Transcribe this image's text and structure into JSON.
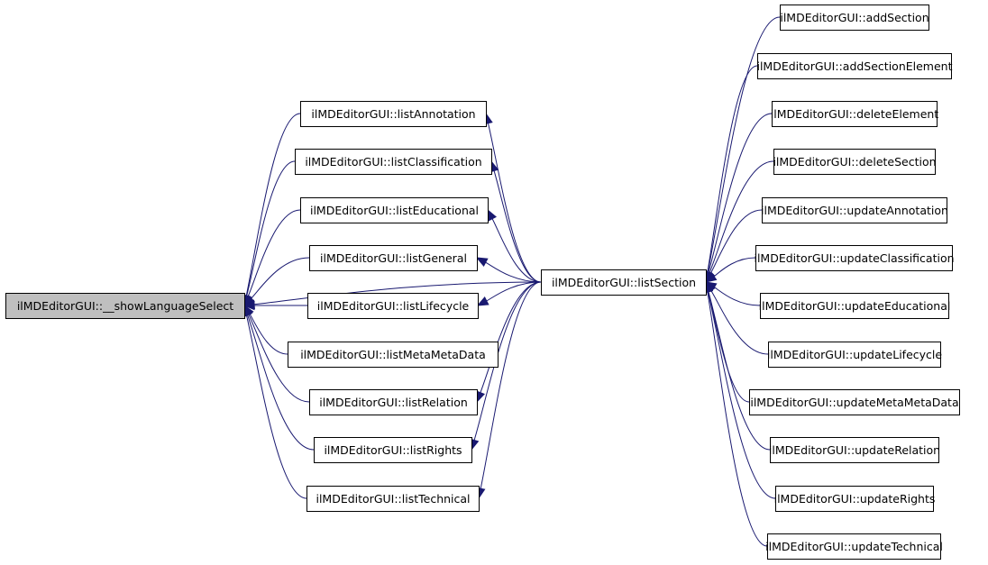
{
  "diagram": {
    "root": "root",
    "middle": "list_section",
    "colors": {
      "edge": "#191970",
      "root_fill": "#bfbfbf",
      "node_fill": "#ffffff",
      "border": "#000000"
    },
    "nodes": [
      {
        "id": "root",
        "label": "ilMDEditorGUI::__showLanguageSelect"
      },
      {
        "id": "list_annotation",
        "label": "ilMDEditorGUI::listAnnotation"
      },
      {
        "id": "list_classification",
        "label": "ilMDEditorGUI::listClassification"
      },
      {
        "id": "list_educational",
        "label": "ilMDEditorGUI::listEducational"
      },
      {
        "id": "list_general",
        "label": "ilMDEditorGUI::listGeneral"
      },
      {
        "id": "list_lifecycle",
        "label": "ilMDEditorGUI::listLifecycle"
      },
      {
        "id": "list_metametadata",
        "label": "ilMDEditorGUI::listMetaMetaData"
      },
      {
        "id": "list_relation",
        "label": "ilMDEditorGUI::listRelation"
      },
      {
        "id": "list_rights",
        "label": "ilMDEditorGUI::listRights"
      },
      {
        "id": "list_technical",
        "label": "ilMDEditorGUI::listTechnical"
      },
      {
        "id": "list_section",
        "label": "ilMDEditorGUI::listSection"
      },
      {
        "id": "add_section",
        "label": "ilMDEditorGUI::addSection"
      },
      {
        "id": "add_section_element",
        "label": "ilMDEditorGUI::addSectionElement"
      },
      {
        "id": "delete_element",
        "label": "ilMDEditorGUI::deleteElement"
      },
      {
        "id": "delete_section",
        "label": "ilMDEditorGUI::deleteSection"
      },
      {
        "id": "update_annotation",
        "label": "ilMDEditorGUI::updateAnnotation"
      },
      {
        "id": "update_classification",
        "label": "ilMDEditorGUI::updateClassification"
      },
      {
        "id": "update_educational",
        "label": "ilMDEditorGUI::updateEducational"
      },
      {
        "id": "update_lifecycle",
        "label": "ilMDEditorGUI::updateLifecycle"
      },
      {
        "id": "update_metametadata",
        "label": "ilMDEditorGUI::updateMetaMetaData"
      },
      {
        "id": "update_relation",
        "label": "ilMDEditorGUI::updateRelation"
      },
      {
        "id": "update_rights",
        "label": "ilMDEditorGUI::updateRights"
      },
      {
        "id": "update_technical",
        "label": "ilMDEditorGUI::updateTechnical"
      }
    ],
    "edges": [
      {
        "from": "list_annotation",
        "to": "root"
      },
      {
        "from": "list_classification",
        "to": "root"
      },
      {
        "from": "list_educational",
        "to": "root"
      },
      {
        "from": "list_general",
        "to": "root"
      },
      {
        "from": "list_lifecycle",
        "to": "root"
      },
      {
        "from": "list_metametadata",
        "to": "root"
      },
      {
        "from": "list_relation",
        "to": "root"
      },
      {
        "from": "list_rights",
        "to": "root"
      },
      {
        "from": "list_technical",
        "to": "root"
      },
      {
        "from": "list_section",
        "to": "root"
      },
      {
        "from": "list_section",
        "to": "list_annotation"
      },
      {
        "from": "list_section",
        "to": "list_classification"
      },
      {
        "from": "list_section",
        "to": "list_educational"
      },
      {
        "from": "list_section",
        "to": "list_general"
      },
      {
        "from": "list_section",
        "to": "list_lifecycle"
      },
      {
        "from": "list_section",
        "to": "list_relation"
      },
      {
        "from": "list_section",
        "to": "list_rights"
      },
      {
        "from": "list_section",
        "to": "list_technical"
      },
      {
        "from": "add_section",
        "to": "list_section"
      },
      {
        "from": "add_section_element",
        "to": "list_section"
      },
      {
        "from": "delete_element",
        "to": "list_section"
      },
      {
        "from": "delete_section",
        "to": "list_section"
      },
      {
        "from": "update_annotation",
        "to": "list_section"
      },
      {
        "from": "update_classification",
        "to": "list_section"
      },
      {
        "from": "update_educational",
        "to": "list_section"
      },
      {
        "from": "update_lifecycle",
        "to": "list_section"
      },
      {
        "from": "update_metametadata",
        "to": "list_section"
      },
      {
        "from": "update_relation",
        "to": "list_section"
      },
      {
        "from": "update_rights",
        "to": "list_section"
      },
      {
        "from": "update_technical",
        "to": "list_section"
      }
    ]
  }
}
